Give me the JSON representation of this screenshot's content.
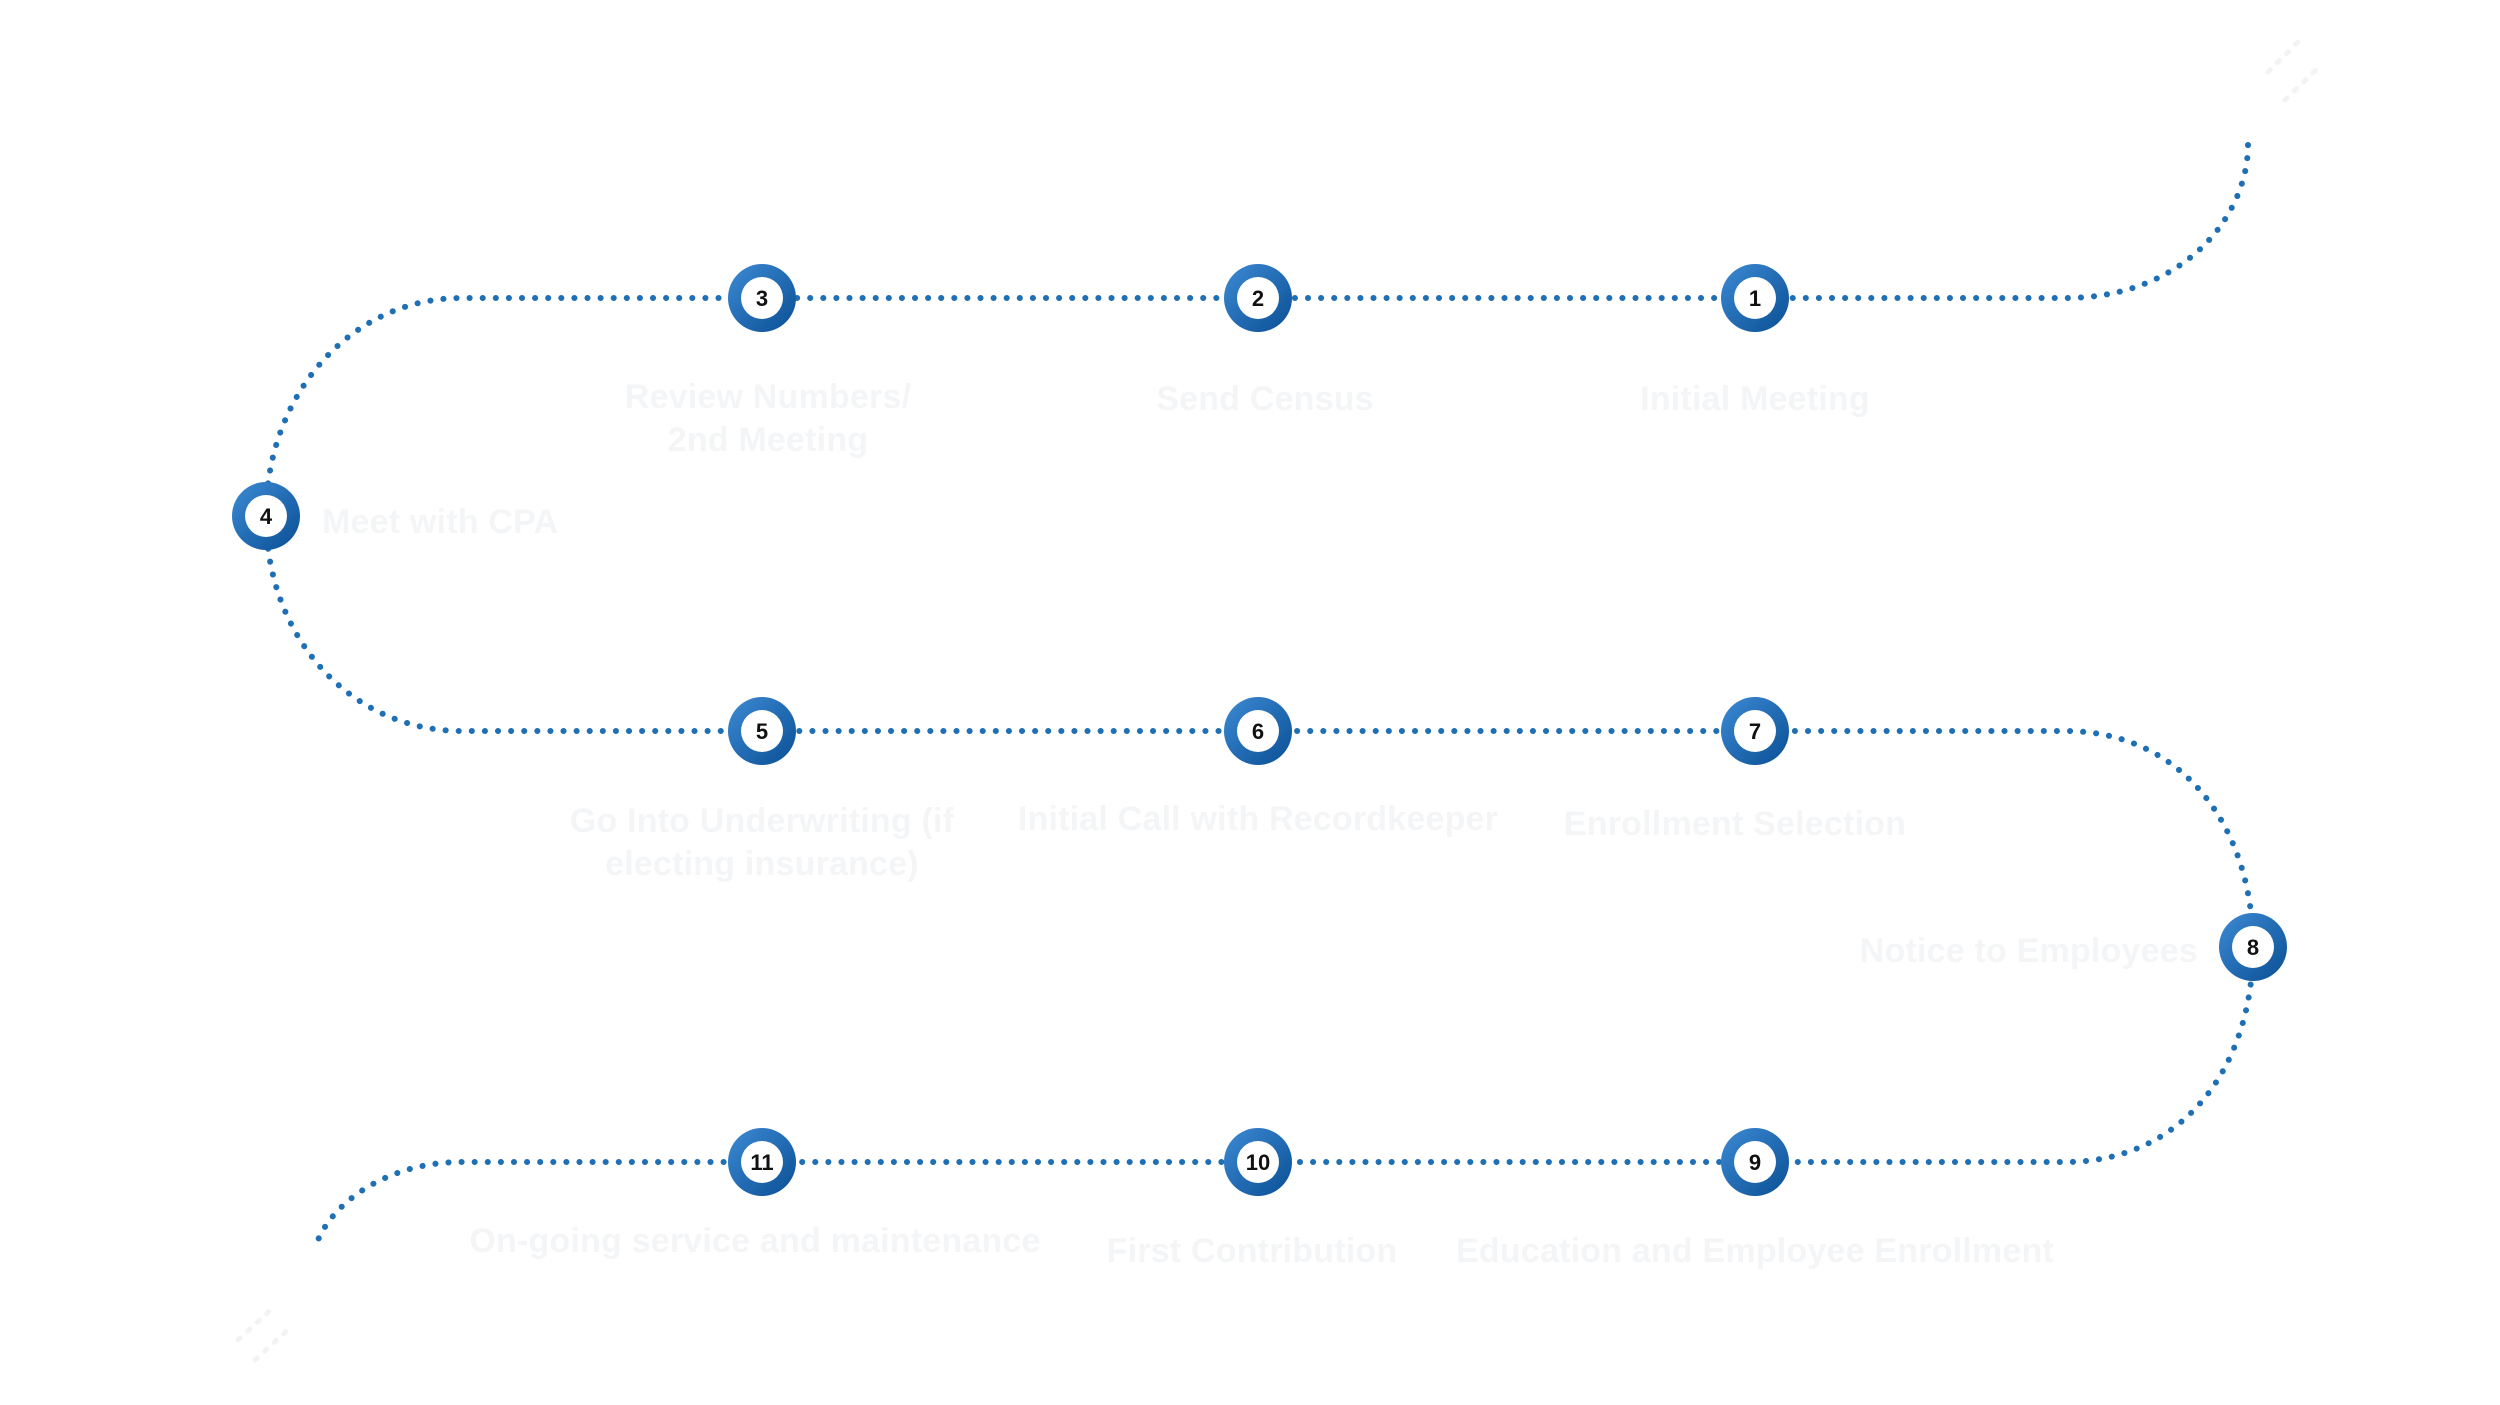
{
  "diagram": {
    "colors": {
      "path": "#1f6fb5",
      "node_outer": "#0d5ea8",
      "node_outer_light": "#3c8ad4",
      "node_inner": "#ffffff",
      "label_text": "#f4f5f7"
    },
    "steps": [
      {
        "number": "1",
        "label_lines": [
          "Initial Meeting"
        ]
      },
      {
        "number": "2",
        "label_lines": [
          "Send Census"
        ]
      },
      {
        "number": "3",
        "label_lines": [
          "Review Numbers/",
          "2nd Meeting"
        ]
      },
      {
        "number": "4",
        "label_lines": [
          "Meet with CPA"
        ]
      },
      {
        "number": "5",
        "label_lines": [
          "Go Into Underwriting (if",
          "electing insurance)"
        ]
      },
      {
        "number": "6",
        "label_lines": [
          "Initial Call with Recordkeeper"
        ]
      },
      {
        "number": "7",
        "label_lines": [
          "Enrollment Selection"
        ]
      },
      {
        "number": "8",
        "label_lines": [
          "Notice to Employees"
        ]
      },
      {
        "number": "9",
        "label_lines": [
          "Education and Employee Enrollment"
        ]
      },
      {
        "number": "10",
        "label_lines": [
          "First Contribution"
        ]
      },
      {
        "number": "11",
        "label_lines": [
          "On-going service and maintenance"
        ]
      }
    ]
  }
}
